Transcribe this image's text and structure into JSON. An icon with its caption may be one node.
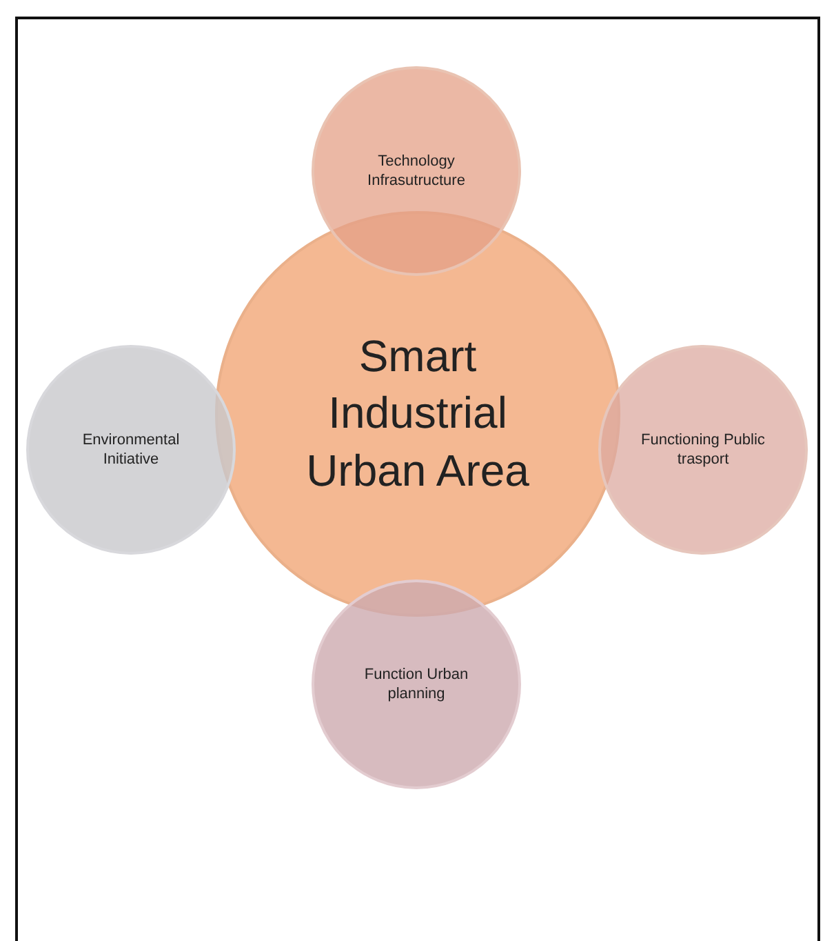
{
  "diagram": {
    "nodes": [
      {
        "text": [
          "Smart Industrial Urban Area"
        ]
      },
      {
        "text": [
          "Technology Infrasutructure"
        ]
      },
      {
        "text": [
          "Environmental Initiative"
        ]
      },
      {
        "text": [
          "Functioning Public trasport"
        ]
      },
      {
        "text": [
          "Function Urban planning"
        ]
      }
    ],
    "edges": []
  }
}
